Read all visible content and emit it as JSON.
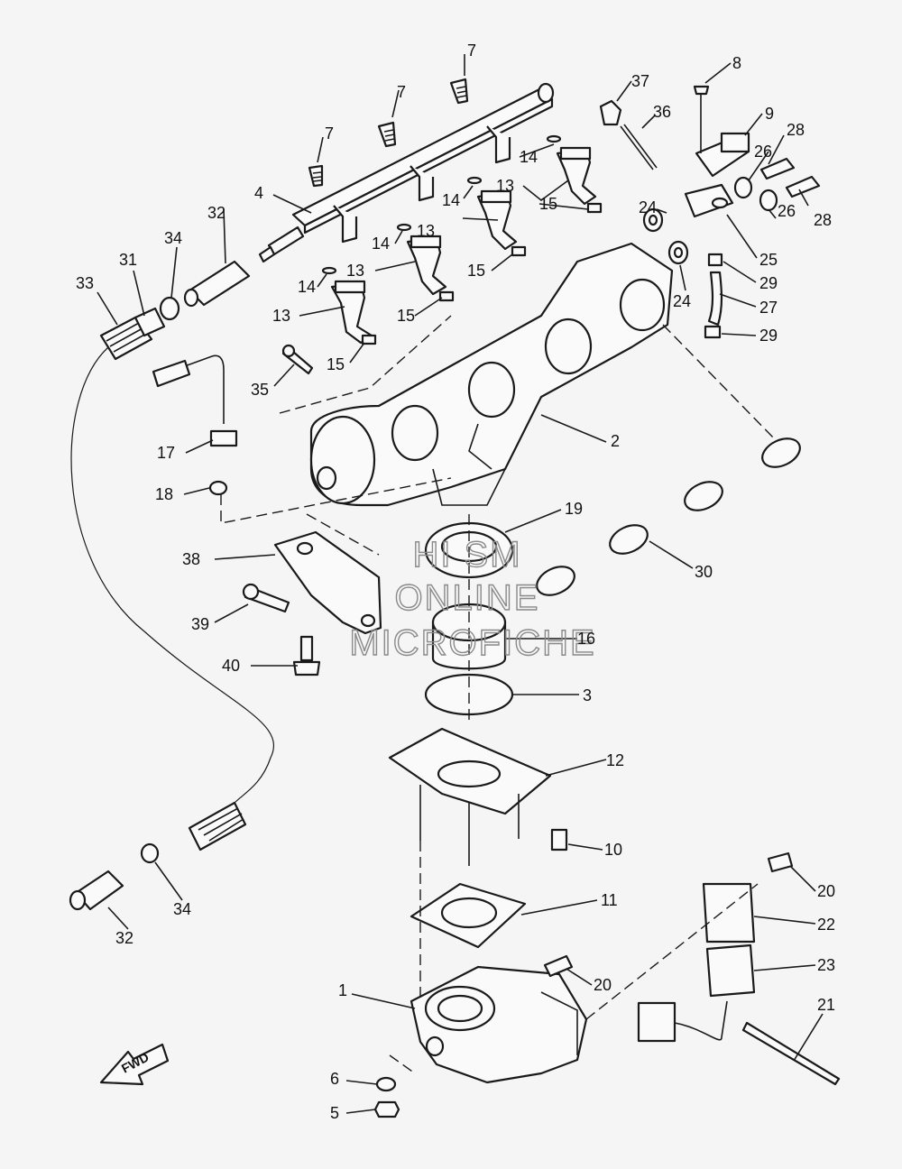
{
  "labels": {
    "l1": "1",
    "l2": "2",
    "l3": "3",
    "l4": "4",
    "l5": "5",
    "l6": "6",
    "l7a": "7",
    "l7b": "7",
    "l7c": "7",
    "l8": "8",
    "l9": "9",
    "l10": "10",
    "l11": "11",
    "l12": "12",
    "l13a": "13",
    "l13b": "13",
    "l13c": "13",
    "l13d": "13",
    "l14a": "14",
    "l14b": "14",
    "l14c": "14",
    "l14d": "14",
    "l15a": "15",
    "l15b": "15",
    "l15c": "15",
    "l15d": "15",
    "l16": "16",
    "l17": "17",
    "l18": "18",
    "l19": "19",
    "l20a": "20",
    "l20b": "20",
    "l21": "21",
    "l22": "22",
    "l23": "23",
    "l24a": "24",
    "l24b": "24",
    "l25": "25",
    "l26a": "26",
    "l26b": "26",
    "l27": "27",
    "l28a": "28",
    "l28b": "28",
    "l29a": "29",
    "l29b": "29",
    "l30": "30",
    "l31": "31",
    "l32a": "32",
    "l32b": "32",
    "l33": "33",
    "l34a": "34",
    "l34b": "34",
    "l35": "35",
    "l36": "36",
    "l37": "37",
    "l38": "38",
    "l39": "39",
    "l40": "40"
  },
  "watermark": {
    "line1": "HI SM",
    "line2": "ONLINE",
    "line3": "MICROFICHE"
  },
  "fwd": {
    "text": "FWD"
  }
}
